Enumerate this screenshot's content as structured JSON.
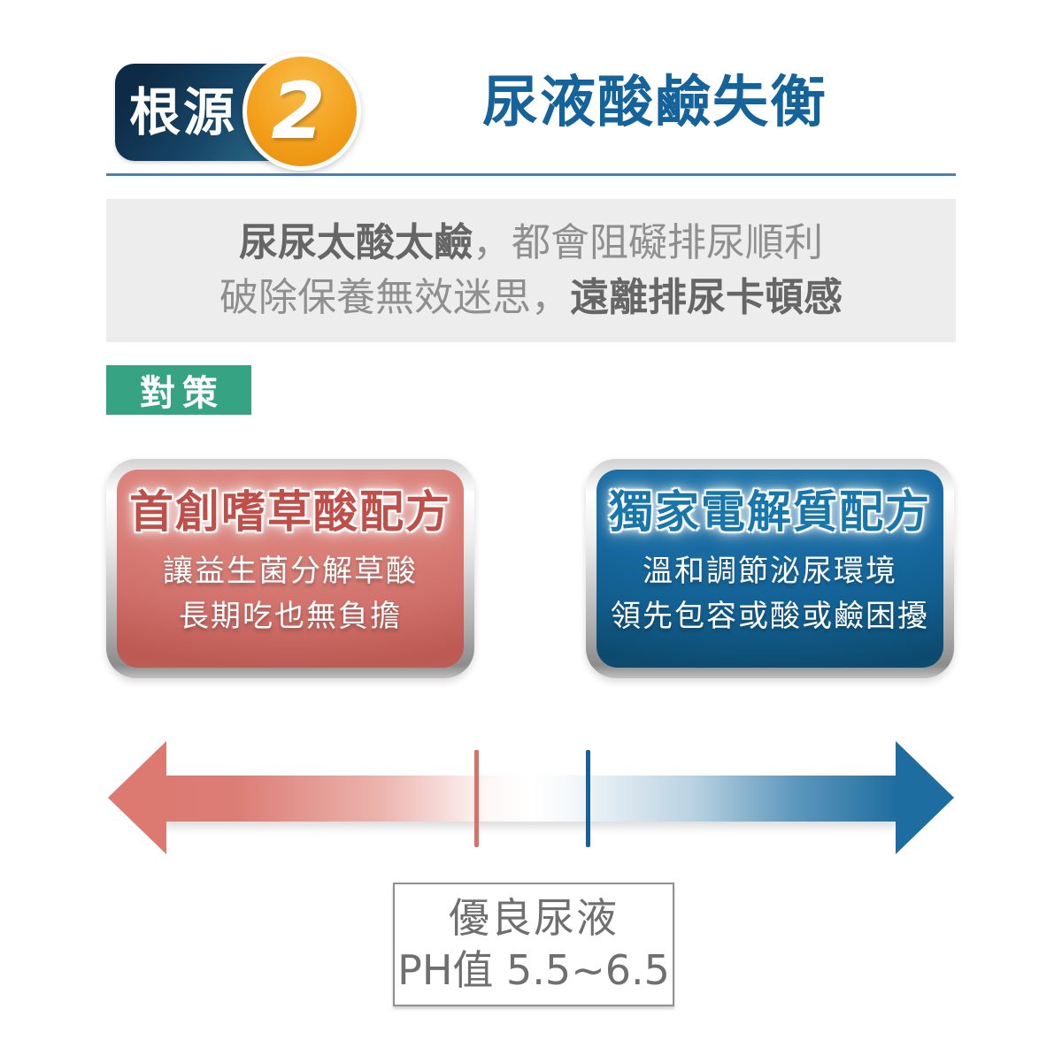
{
  "header": {
    "badge_label": "根源",
    "badge_number": "2",
    "title": "尿液酸鹼失衡"
  },
  "intro": {
    "line1_bold": "尿尿太酸太鹼",
    "line1_light": "，都會阻礙排尿順利",
    "line2_light": "破除保養無效迷思，",
    "line2_bold": "遠離排尿卡頓感"
  },
  "strategy": {
    "label": "對策"
  },
  "cards": [
    {
      "title": "首創嗜草酸配方",
      "line1": "讓益生菌分解草酸",
      "line2": "長期吃也無負擔",
      "title_color": "#bf4f48",
      "bg_color": "#d97f78"
    },
    {
      "title": "獨家電解質配方",
      "line1": "溫和調節泌尿環境",
      "line2": "領先包容或酸或鹼困擾",
      "title_color": "#1976ab",
      "bg_color": "#1769a0"
    }
  ],
  "ph_scale": {
    "ideal_label_line1": "優良尿液",
    "ideal_label_line2": "PH值 5.5~6.5",
    "acid_color": "#dc7a72",
    "alkaline_color": "#1e6da0",
    "acid_tick_color": "#d9716b",
    "alkaline_tick_color": "#15619b"
  },
  "palette": {
    "title_blue": "#15639b",
    "badge_navy": "#0d2b46",
    "badge_teal": "#2e7390",
    "circle_orange": "#f3a01d",
    "strategy_green": "#36a383",
    "rule_blue": "#4e80ab",
    "intro_bg": "#ededed"
  }
}
